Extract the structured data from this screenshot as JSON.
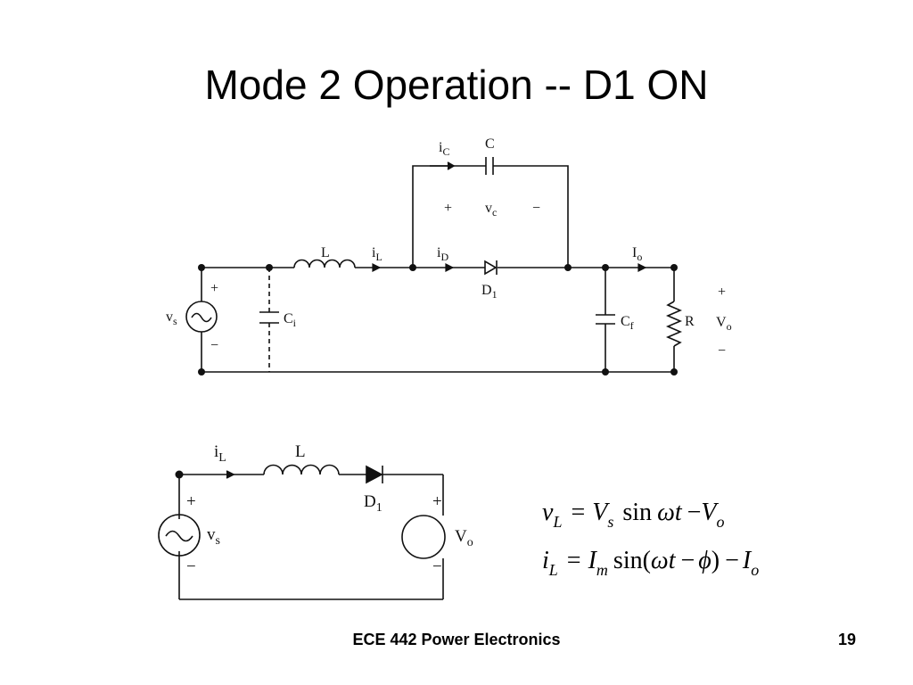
{
  "slide": {
    "title": "Mode 2 Operation -- D1 ON",
    "footer_course": "ECE 442 Power Electronics",
    "page_number": "19"
  },
  "circuit1": {
    "iC": "i",
    "iC_sub": "C",
    "C": "C",
    "plus": "+",
    "vc": "v",
    "vc_sub": "c",
    "minus": "−",
    "L": "L",
    "iL": "i",
    "iL_sub": "L",
    "iD": "i",
    "iD_sub": "D",
    "D1": "D",
    "D1_sub": "1",
    "Io": "I",
    "Io_sub": "o",
    "vs": "v",
    "vs_sub": "s",
    "src_plus": "+",
    "src_minus": "−",
    "Ci": "C",
    "Ci_sub": "i",
    "Cf": "C",
    "Cf_sub": "f",
    "R": "R",
    "Vo_plus": "+",
    "Vo": "V",
    "Vo_sub": "o",
    "Vo_minus": "−"
  },
  "circuit2": {
    "iL": "i",
    "iL_sub": "L",
    "L": "L",
    "D1": "D",
    "D1_sub": "1",
    "src_plus": "+",
    "vs": "v",
    "vs_sub": "s",
    "src_minus": "−",
    "Vo_plus": "+",
    "Vo": "V",
    "Vo_sub": "o",
    "Vo_minus": "−"
  },
  "equations": {
    "eq1": {
      "lhs": "v",
      "lhs_sub": "L",
      "eq": "=",
      "V": "V",
      "V_sub": "s",
      "sin": "sin",
      "omega": "ω",
      "t": "t",
      "minus": "−",
      "V2": "V",
      "V2_sub": "o"
    },
    "eq2": {
      "lhs": "i",
      "lhs_sub": "L",
      "eq": "=",
      "I": "I",
      "I_sub": "m",
      "sin": "sin(",
      "omega": "ω",
      "t": "t",
      "minus": "−",
      "phi": "ϕ",
      "close": ")",
      "minus2": "−",
      "I2": "I",
      "I2_sub": "o"
    }
  }
}
